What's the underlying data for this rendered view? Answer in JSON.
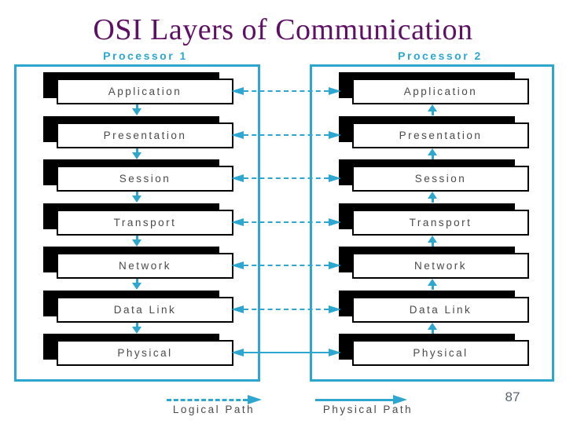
{
  "title": "OSI Layers of Communication",
  "page_number": "87",
  "processors": [
    {
      "label": "Processor 1",
      "arrow_direction": "down"
    },
    {
      "label": "Processor 2",
      "arrow_direction": "up"
    }
  ],
  "layers": [
    "Application",
    "Presentation",
    "Session",
    "Transport",
    "Network",
    "Data Link",
    "Physical"
  ],
  "legend": {
    "logical_label": "Logical Path",
    "physical_label": "Physical Path"
  },
  "colors": {
    "accent_cyan": "#2da7cf",
    "title_purple": "#5e1065",
    "box_black": "#000000",
    "layer_text_gray": "#4a4a4a",
    "page_number_gray": "#5a6470"
  }
}
